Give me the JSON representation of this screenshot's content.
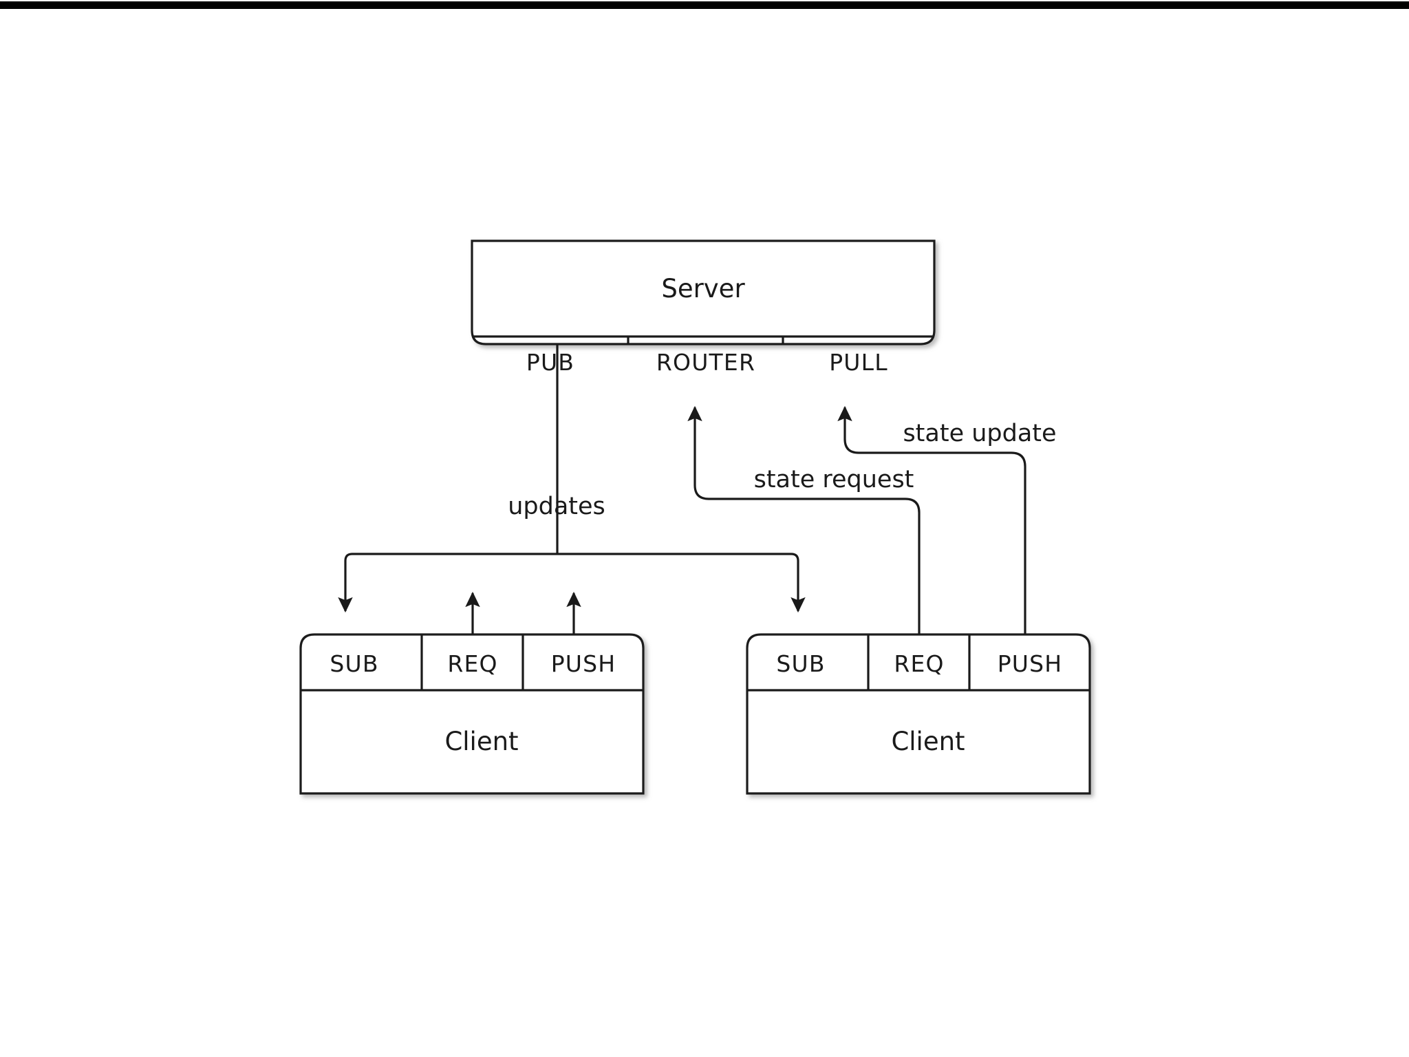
{
  "diagram": {
    "title": "ZeroMQ client-server socket topology",
    "theme": {
      "background": "#ffffff",
      "stroke": "#1a1a1a",
      "fill": "#ffffff",
      "text": "#1a1a1a",
      "topbar": "#000000"
    },
    "server": {
      "label": "Server",
      "ports": [
        {
          "label": "PUB"
        },
        {
          "label": "ROUTER"
        },
        {
          "label": "PULL"
        }
      ]
    },
    "clients": [
      {
        "label": "Client",
        "ports": [
          {
            "label": "SUB"
          },
          {
            "label": "REQ"
          },
          {
            "label": "PUSH"
          }
        ]
      },
      {
        "label": "Client",
        "ports": [
          {
            "label": "SUB"
          },
          {
            "label": "REQ"
          },
          {
            "label": "PUSH"
          }
        ]
      }
    ],
    "edges": [
      {
        "label": "updates",
        "from": "PUB",
        "to": "SUB"
      },
      {
        "label": "state request",
        "from": "REQ",
        "to": "ROUTER"
      },
      {
        "label": "state update",
        "from": "PUSH",
        "to": "PULL"
      }
    ]
  }
}
